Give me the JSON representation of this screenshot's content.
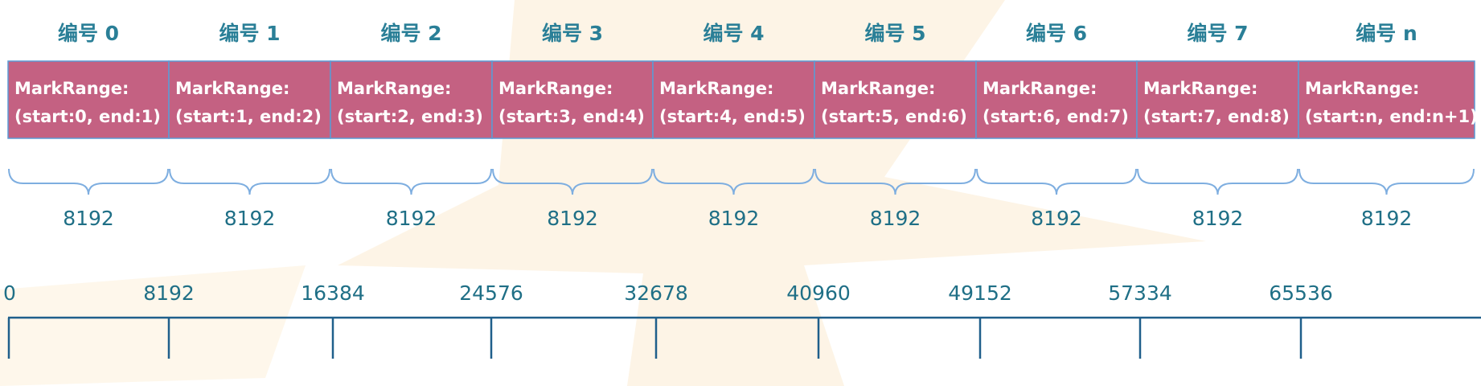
{
  "colors": {
    "cell_fill": "#c46182",
    "cell_border": "#5b9bd5",
    "label_text": "#2a7f97",
    "brace": "#7eaee0",
    "axis": "#1f5f8b",
    "watermark": "#fdf3e3"
  },
  "granules": [
    {
      "title": "编号 0",
      "line1": "MarkRange:",
      "line2": "(start:0, end:1)",
      "size": "8192"
    },
    {
      "title": "编号 1",
      "line1": "MarkRange:",
      "line2": "(start:1, end:2)",
      "size": "8192"
    },
    {
      "title": "编号 2",
      "line1": "MarkRange:",
      "line2": "(start:2, end:3)",
      "size": "8192"
    },
    {
      "title": "编号 3",
      "line1": "MarkRange:",
      "line2": "(start:3, end:4)",
      "size": "8192"
    },
    {
      "title": "编号 4",
      "line1": "MarkRange:",
      "line2": "(start:4, end:5)",
      "size": "8192"
    },
    {
      "title": "编号 5",
      "line1": "MarkRange:",
      "line2": "(start:5, end:6)",
      "size": "8192"
    },
    {
      "title": "编号 6",
      "line1": "MarkRange:",
      "line2": "(start:6, end:7)",
      "size": "8192"
    },
    {
      "title": "编号 7",
      "line1": "MarkRange:",
      "line2": "(start:7, end:8)",
      "size": "8192"
    },
    {
      "title": "编号 n",
      "line1": "MarkRange:",
      "line2": "(start:n, end:n+1)",
      "size": "8192"
    }
  ],
  "axis_ticks": [
    "0",
    "8192",
    "16384",
    "24576",
    "32678",
    "40960",
    "49152",
    "57334",
    "65536"
  ]
}
